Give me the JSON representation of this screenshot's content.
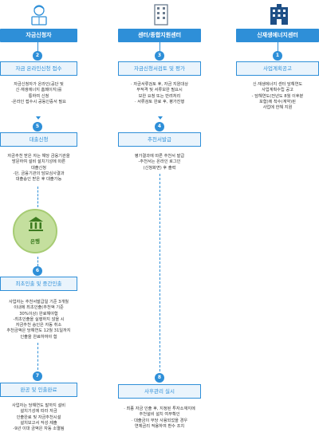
{
  "columns": [
    {
      "header": "자금신청자",
      "icon": "person-reading-icon"
    },
    {
      "header": "센터/종합지원센터",
      "icon": "office-building-icon"
    },
    {
      "header": "신재생에너지센터",
      "icon": "government-building-icon"
    }
  ],
  "steps": [
    {
      "num": "1",
      "title": "사업계획공고",
      "lines": [
        "신·재생에너지 센터 담해연도",
        "사업계획수립 공고",
        "- 담해연도(전년도 8월 이후분",
        "포함)에 착수(계약)된",
        "사업에 한해 지원"
      ]
    },
    {
      "num": "2",
      "title": "자금 온라인신청 접수",
      "lines": [
        "자금신청자가 온라인(공단 및",
        "신·재생에너지 홈페이지)를",
        "통하여 신청",
        "-온라인 접수시 공동인증서 필요"
      ]
    },
    {
      "num": "3",
      "title": "자금신청서검토 및 평가",
      "lines": [
        "· 자금서류검토 후, 자금 지원대상",
        "부적격 및 서류보완 필요시",
        "보완 요청 또는 반려처리",
        "· 서류검토 완료 후, 평가진행"
      ]
    },
    {
      "num": "4",
      "title": "추천서발급",
      "lines": [
        "평가결과에 따른 추천서 발급",
        "-추천서는 온라인 로그인",
        "(신청화면) 후 출력"
      ]
    },
    {
      "num": "5",
      "title": "대출신청",
      "lines": [
        "자금추천 받은 자는 해당 금융기관을",
        "방문하여 설비 설치기성에 따른",
        "대출신청",
        "-단, 금융기관의 담보심사결과",
        "대출승인 받은 후 대출가능"
      ]
    },
    {
      "num": "6",
      "title": "최초인출 및 중간인출",
      "lines": [
        "사업자는 추천서발급일 기준 3개월",
        "이내에 최초인출(추천액 기준",
        "30%이상) 완료해야함",
        "-최초인출을 실행하지 않을 시",
        "자금추천 승인은 자동 취소",
        "추천금액은 당해연도 12월 31일까지",
        "인출을 완료하여야 함"
      ]
    },
    {
      "num": "7",
      "title": "완공 및 인출완료",
      "lines": [
        "사업자는 당해연도 말까지 설비",
        "설치기성에 따라 자금",
        "인출완료 및 자금추천시설",
        "설치보고서 작성·제출",
        "-9년 이대 금액은 자동 소멸됨"
      ]
    },
    {
      "num": "8",
      "title": "사후관리 실시",
      "lines": [
        "· 최종 자금 인출 후, 지정된 투자소재지에",
        "추천설비 설치 여부확인",
        "· 대출금이 부당 사용되었을 경우",
        "연체금리 적용하여 환수 조치"
      ]
    }
  ],
  "bank": {
    "label": "은행",
    "icon": "bank-icon"
  },
  "colors": {
    "accent": "#2e8fd8",
    "box_bg": "#eaf4fc",
    "bank_bg": "#c4df9e"
  }
}
